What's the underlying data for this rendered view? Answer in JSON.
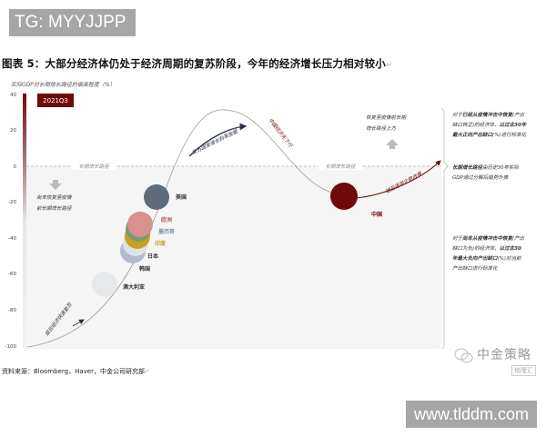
{
  "watermarks": {
    "top": "TG: MYYJJPP",
    "bottom": "www.tlddm.com"
  },
  "figure": {
    "title": "图表 5：大部分经济体仍处于经济周期的复苏阶段，今年的经济增长压力相对较小",
    "return_mark": "↵",
    "source": "资料来源：Bloomberg，Haver，中金公司研究部"
  },
  "logo": {
    "brand": "中金策略",
    "sub": "格隆汇"
  },
  "chart_data": {
    "type": "scatter",
    "title": "大部分经济体仍处于经济周期的复苏阶段，今年的经济增长压力相对较小",
    "ylabel": "实际GDP对长期增长路径的偏离程度（%）",
    "xlabel": "",
    "ylim": [
      -100,
      40
    ],
    "yticks": [
      "40",
      "20",
      "0",
      "-20",
      "-40",
      "-60",
      "-80",
      "-100"
    ],
    "period_badge": "2021Q3",
    "reference_line": {
      "y": 0,
      "label": "长期增长路径"
    },
    "points": [
      {
        "name": "美国",
        "y": -17,
        "color": "#5d6b7a"
      },
      {
        "name": "欧洲",
        "y": -30,
        "color": "#d9908f"
      },
      {
        "name": "墨西哥",
        "y": -35,
        "color": "#7a9a78"
      },
      {
        "name": "印度",
        "y": -39,
        "color": "#c9a21a"
      },
      {
        "name": "日本",
        "y": -44,
        "color": "#dde2e8"
      },
      {
        "name": "韩国",
        "y": -47,
        "color": "#b0bccb"
      },
      {
        "name": "澳大利亚",
        "y": -66,
        "color": "#e6e8ea"
      },
      {
        "name": "中国",
        "y": -17,
        "color": "#6e0a0a"
      }
    ],
    "annotations": {
      "below_path_left": "尚未恢复至疫情前长期增长路径",
      "above_path_right": "恢复至疫情前长期增长路径上方",
      "recovery": "疫后经济快速复苏",
      "slowing": "复苏国家增长斜率放缓",
      "china_down": "中国经济先下行",
      "china_up": "随后逐渐企稳改善"
    },
    "side_notes": [
      {
        "text": "对于已经从疫情冲击中恢复(产出缺口转正)的经济体，以过去30年最大正向产出缺口(%)进行标准化"
      },
      {
        "text": "长期增长路径由历史30年实际GDP通过分解后趋势外推"
      },
      {
        "text": "对于尚未从疫情冲击中恢复(产出缺口为负)的经济体，以过去30年最大负向产出缺口(%)对当前产出缺口进行标准化"
      }
    ]
  }
}
